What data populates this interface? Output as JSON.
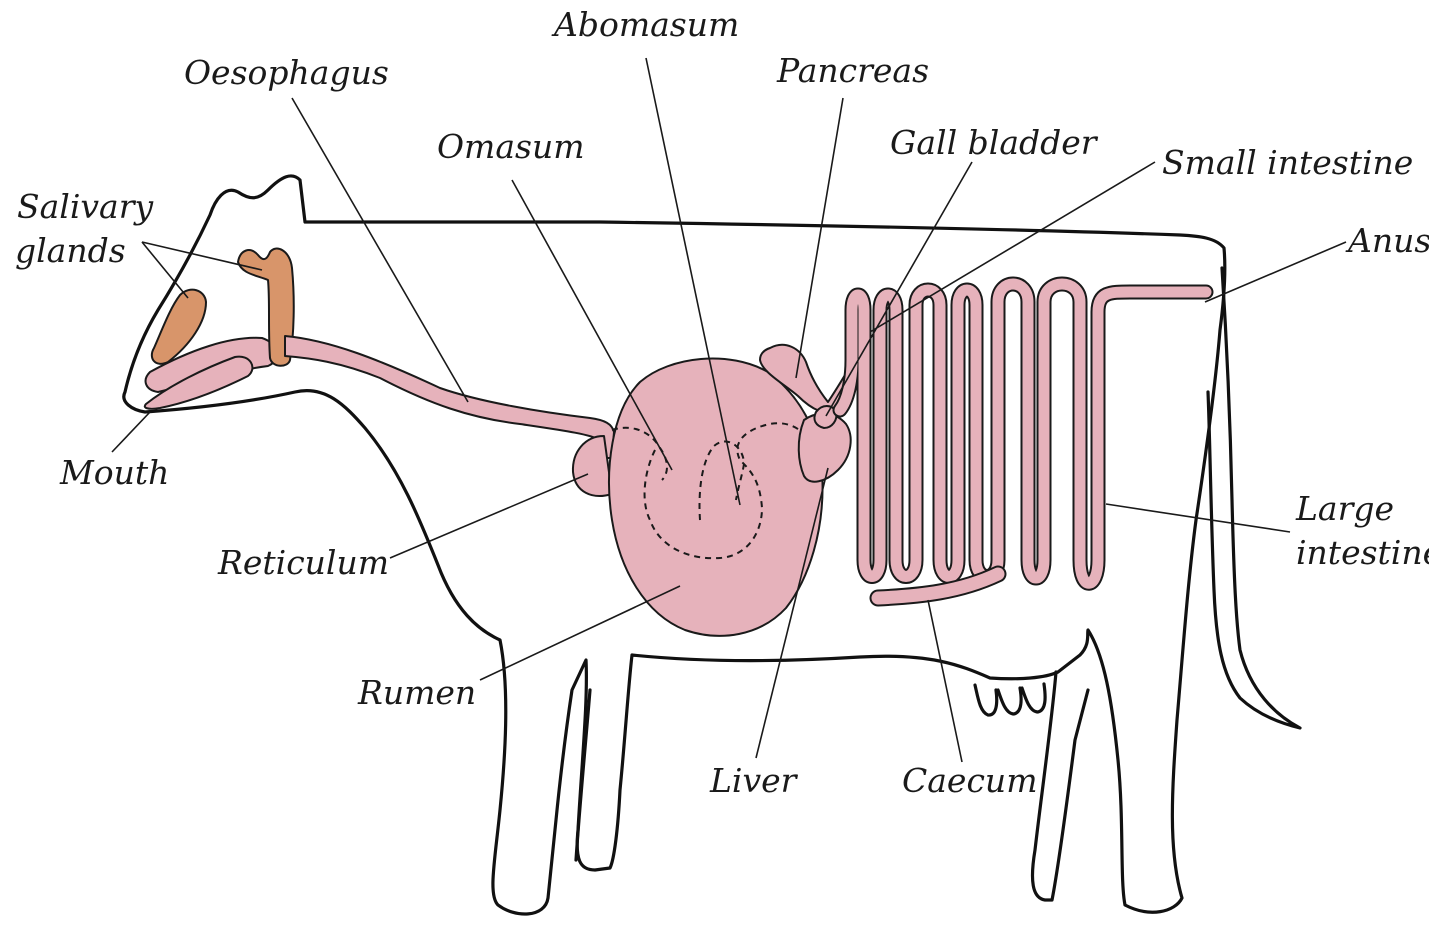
{
  "colors": {
    "organ_pink": "#e6b2bb",
    "gland_orange": "#d8956a",
    "outline": "#111111",
    "background": "#ffffff"
  },
  "labels": {
    "abomasum": "Abomasum",
    "oesophagus": "Oesophagus",
    "pancreas": "Pancreas",
    "omasum": "Omasum",
    "gall_bladder": "Gall bladder",
    "small_intestine": "Small intestine",
    "salivary_glands_line1": "Salivary",
    "salivary_glands_line2": "glands",
    "anus": "Anus",
    "mouth": "Mouth",
    "large_intestine_line1": "Large",
    "large_intestine_line2": "intestine",
    "reticulum": "Reticulum",
    "rumen": "Rumen",
    "liver": "Liver",
    "caecum": "Caecum"
  }
}
